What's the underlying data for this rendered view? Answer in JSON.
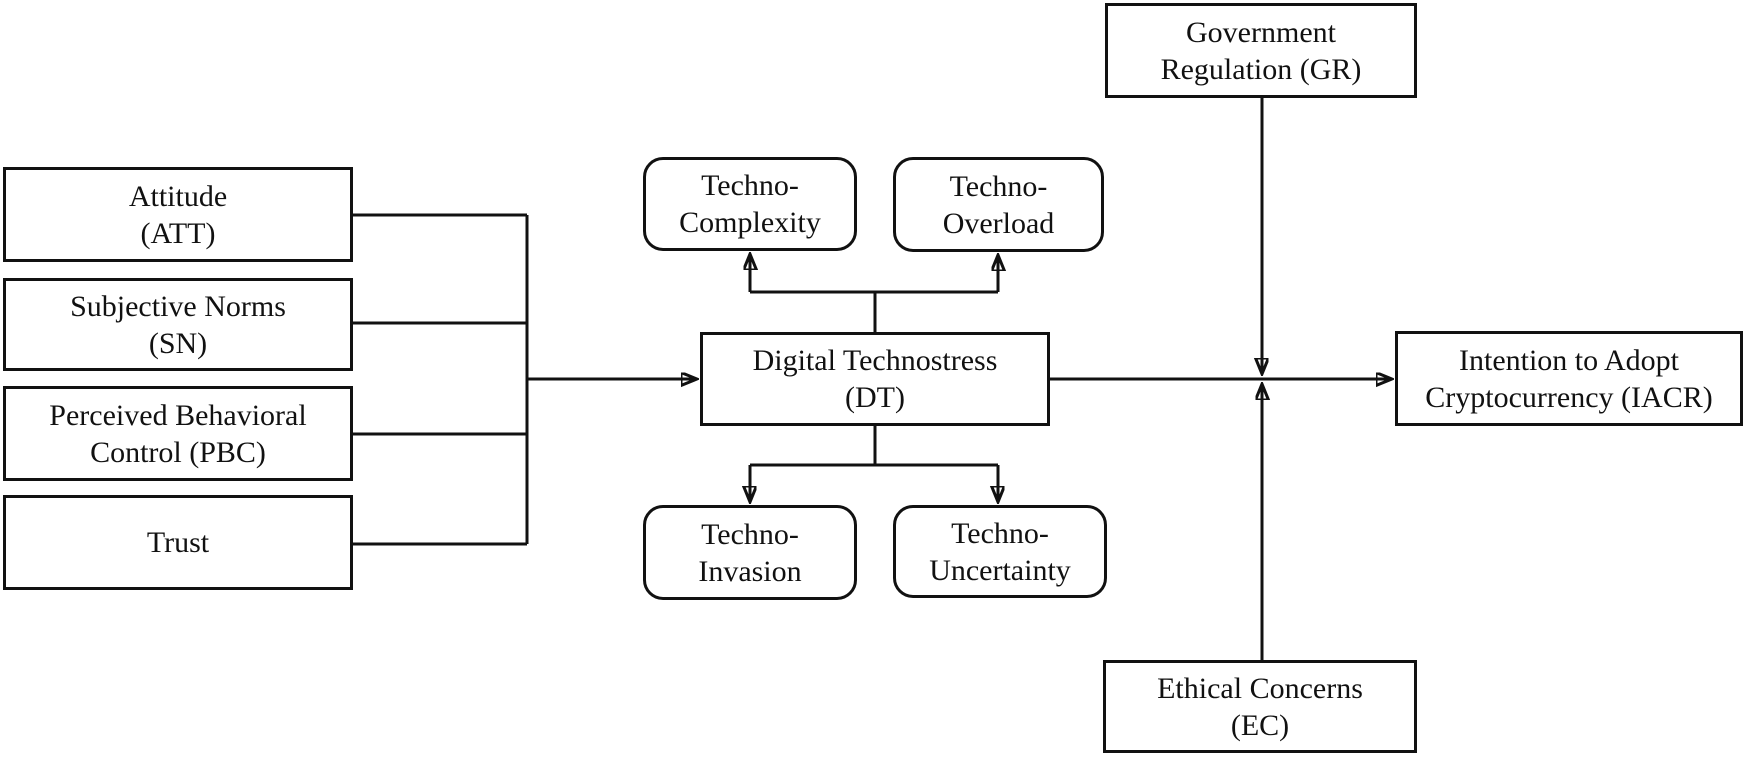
{
  "figure": {
    "type": "research-model-diagram",
    "colors": {
      "line": "#111111",
      "text": "#111111",
      "background": "#ffffff"
    },
    "nodes": {
      "attitude": {
        "line1": "Attitude",
        "line2": "(ATT)"
      },
      "subjective_norms": {
        "line1": "Subjective Norms",
        "line2": "(SN)"
      },
      "pbc": {
        "line1": "Perceived Behavioral",
        "line2": "Control (PBC)"
      },
      "trust": {
        "line1": "Trust",
        "line2": ""
      },
      "digital_technostress": {
        "line1": "Digital Technostress",
        "line2": "(DT)"
      },
      "techno_complexity": {
        "line1": "Techno-",
        "line2": "Complexity"
      },
      "techno_overload": {
        "line1": "Techno-",
        "line2": "Overload"
      },
      "techno_invasion": {
        "line1": "Techno-",
        "line2": "Invasion"
      },
      "techno_uncertainty": {
        "line1": "Techno-",
        "line2": "Uncertainty"
      },
      "government_regulation": {
        "line1": "Government",
        "line2": "Regulation (GR)"
      },
      "ethical_concerns": {
        "line1": "Ethical Concerns",
        "line2": "(EC)"
      },
      "iacr": {
        "line1": "Intention to Adopt",
        "line2": "Cryptocurrency (IACR)"
      }
    },
    "edges": [
      {
        "from": "attitude",
        "to": "digital_technostress",
        "style": "collector"
      },
      {
        "from": "subjective_norms",
        "to": "digital_technostress",
        "style": "collector"
      },
      {
        "from": "pbc",
        "to": "digital_technostress",
        "style": "collector"
      },
      {
        "from": "trust",
        "to": "digital_technostress",
        "style": "collector"
      },
      {
        "from": "digital_technostress",
        "to": "techno_complexity",
        "style": "arrow"
      },
      {
        "from": "digital_technostress",
        "to": "techno_overload",
        "style": "arrow"
      },
      {
        "from": "digital_technostress",
        "to": "techno_invasion",
        "style": "arrow"
      },
      {
        "from": "digital_technostress",
        "to": "techno_uncertainty",
        "style": "arrow"
      },
      {
        "from": "digital_technostress",
        "to": "iacr",
        "style": "arrow"
      },
      {
        "from": "government_regulation",
        "to": "dt_iacr_path",
        "style": "moderator-arrow"
      },
      {
        "from": "ethical_concerns",
        "to": "dt_iacr_path",
        "style": "moderator-arrow"
      }
    ]
  }
}
